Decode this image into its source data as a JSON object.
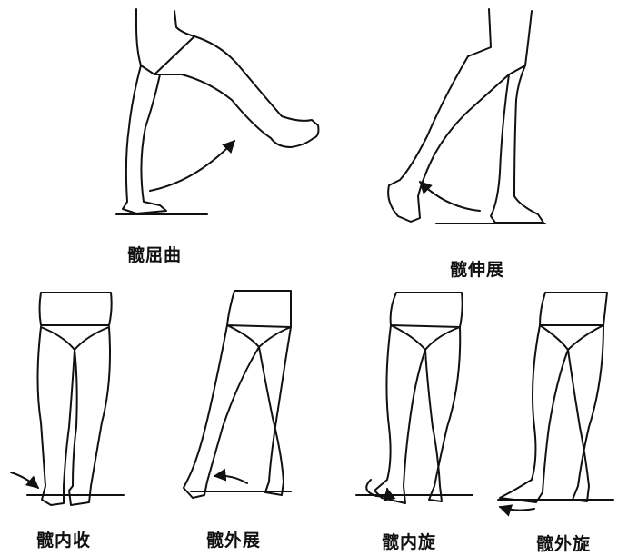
{
  "captions": {
    "hip_flexion": "髋屈曲",
    "hip_extension": "髋伸展",
    "hip_adduction": "髋内收",
    "hip_abduction": "髋外展",
    "hip_internal_rotation": "髋内旋",
    "hip_external_rotation": "髋外旋"
  }
}
